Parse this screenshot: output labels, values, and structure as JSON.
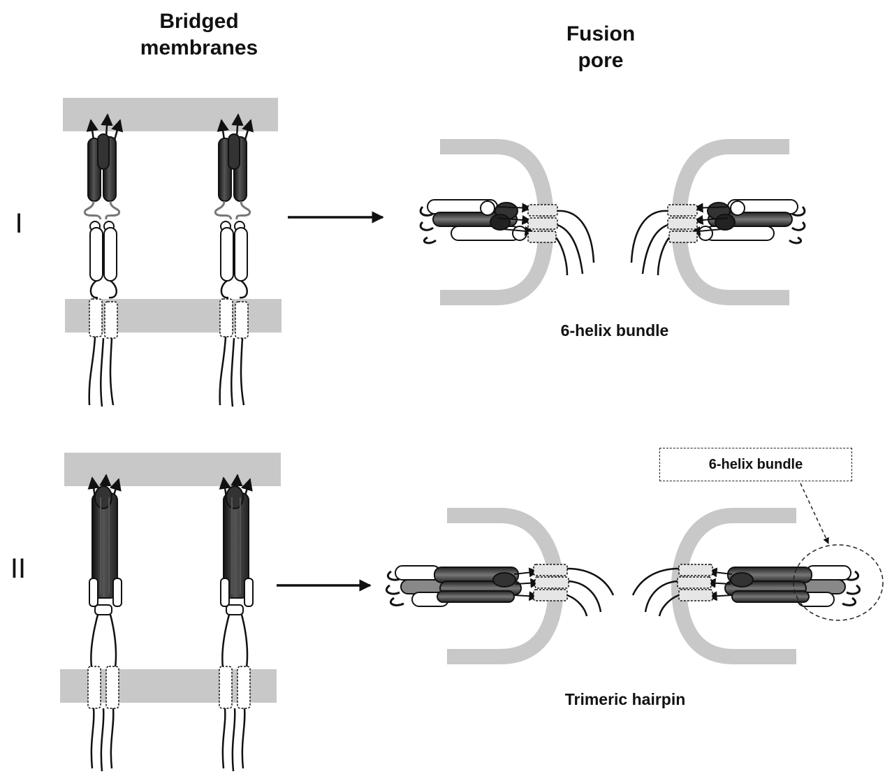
{
  "headings": {
    "left_line1": "Bridged",
    "left_line2": "membranes",
    "right_line1": "Fusion",
    "right_line2": "pore"
  },
  "rows": [
    {
      "numeral": "I",
      "caption": "6-helix bundle"
    },
    {
      "numeral": "II",
      "caption": "Trimeric hairpin"
    }
  ],
  "callout": {
    "label": "6-helix bundle"
  },
  "colors": {
    "membrane": "#c8c8c8",
    "dark_helix": "#333333",
    "light_helix": "#ffffff",
    "outline": "#111111"
  }
}
